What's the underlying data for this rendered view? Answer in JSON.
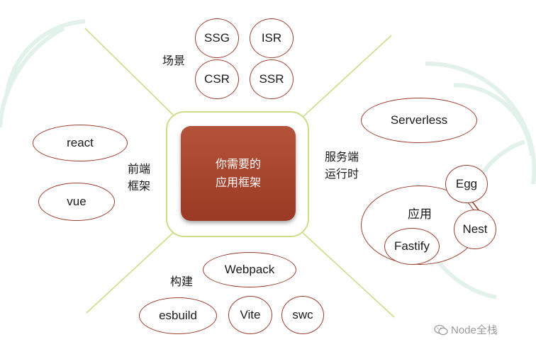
{
  "colors": {
    "accent": "#9b3f2f",
    "connector": "#c9dd8a",
    "center_fill": "#a8452e"
  },
  "center": {
    "line1": "你需要的",
    "line2": "应用框架"
  },
  "scenarios": {
    "label": "场景",
    "items": [
      "SSG",
      "ISR",
      "CSR",
      "SSR"
    ]
  },
  "frontend": {
    "label_line1": "前端",
    "label_line2": "框架",
    "items": [
      "react",
      "vue"
    ]
  },
  "server": {
    "label_line1": "服务端",
    "label_line2": "运行时",
    "serverless": "Serverless",
    "app": "应用",
    "egg": "Egg",
    "nest": "Nest",
    "fastify": "Fastify"
  },
  "build": {
    "label": "构建",
    "items": [
      "Webpack",
      "esbuild",
      "Vite",
      "swc"
    ]
  },
  "watermark": {
    "icon": "wechat-icon",
    "text": "Node全栈"
  }
}
